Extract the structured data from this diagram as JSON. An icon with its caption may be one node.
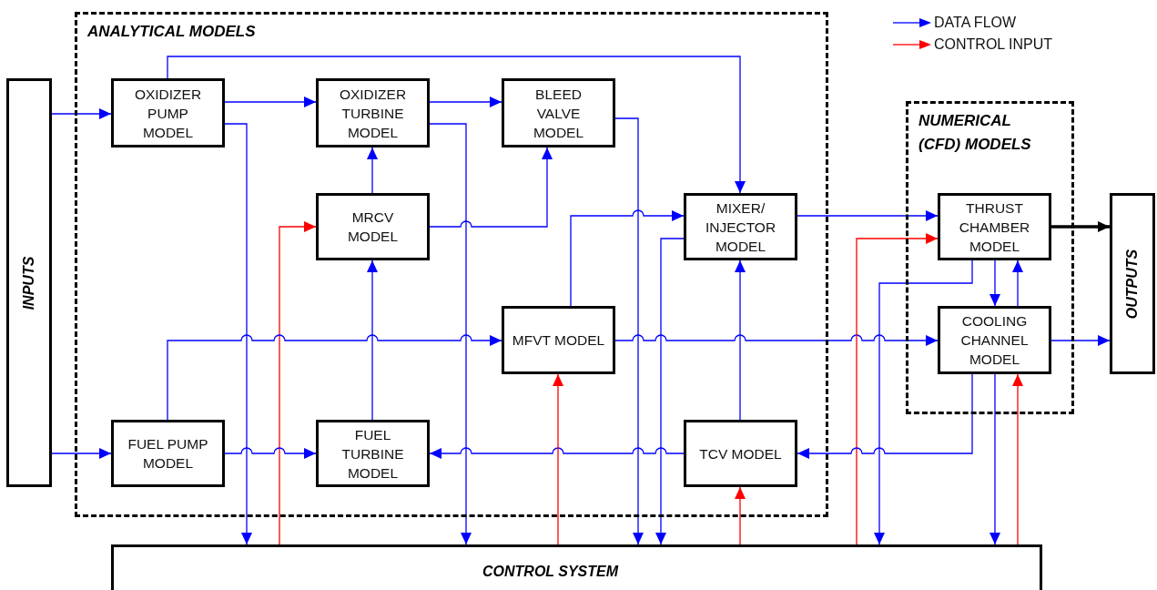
{
  "diagram": {
    "nodes": [
      {
        "text": [
          "INPUTS"
        ]
      },
      {
        "text": [
          "ANALYTICAL MODELS"
        ]
      },
      {
        "text": [
          "OXIDIZER PUMP MODEL"
        ],
        "in": 1
      },
      {
        "text": [
          "OXIDIZER TURBINE MODEL"
        ],
        "in": 1
      },
      {
        "text": [
          "BLEED VALVE MODEL"
        ],
        "in": 1
      },
      {
        "text": [
          "MRCV MODEL"
        ],
        "in": 1
      },
      {
        "text": [
          "MIXER/ INJECTOR MODEL"
        ],
        "in": 1
      },
      {
        "text": [
          "MFVT MODEL"
        ],
        "in": 1
      },
      {
        "text": [
          "FUEL PUMP MODEL"
        ],
        "in": 1
      },
      {
        "text": [
          "FUEL TURBINE MODEL"
        ],
        "in": 1
      },
      {
        "text": [
          "TCV MODEL"
        ],
        "in": 1
      },
      {
        "text": [
          "NUMERICAL (CFD) MODELS"
        ]
      },
      {
        "text": [
          "THRUST CHAMBER MODEL"
        ],
        "in": 11
      },
      {
        "text": [
          "COOLING CHANNEL MODEL"
        ],
        "in": 11
      },
      {
        "text": [
          "OUTPUTS"
        ]
      },
      {
        "text": [
          "CONTROL SYSTEM"
        ]
      }
    ],
    "edges": [
      {
        "from": 0,
        "to": 2,
        "arrow": "to"
      },
      {
        "from": 0,
        "to": 8,
        "arrow": "to"
      },
      {
        "from": 2,
        "to": 3,
        "arrow": "to"
      },
      {
        "from": 3,
        "to": 4,
        "arrow": "to"
      },
      {
        "from": 2,
        "to": 6,
        "arrow": "to"
      },
      {
        "from": 2,
        "to": 15,
        "arrow": "to"
      },
      {
        "from": 3,
        "to": 15,
        "arrow": "to"
      },
      {
        "from": 4,
        "to": 15,
        "arrow": "to"
      },
      {
        "from": 5,
        "to": 3,
        "arrow": "to"
      },
      {
        "from": 5,
        "to": 4,
        "arrow": "to"
      },
      {
        "from": 15,
        "to": 5,
        "arrow": "to",
        "color": "#ff0000"
      },
      {
        "from": 9,
        "to": 5,
        "arrow": "to"
      },
      {
        "from": 8,
        "to": 7,
        "arrow": "to"
      },
      {
        "from": 7,
        "to": 6,
        "arrow": "to"
      },
      {
        "from": 6,
        "to": 15,
        "arrow": "to"
      },
      {
        "from": 7,
        "to": 13,
        "arrow": "to"
      },
      {
        "from": 8,
        "to": 9,
        "arrow": "to"
      },
      {
        "from": 10,
        "to": 9,
        "arrow": "to"
      },
      {
        "from": 15,
        "to": 7,
        "arrow": "to",
        "color": "#ff0000"
      },
      {
        "from": 15,
        "to": 10,
        "arrow": "to",
        "color": "#ff0000"
      },
      {
        "from": 10,
        "to": 6,
        "arrow": "to"
      },
      {
        "from": 6,
        "to": 12,
        "arrow": "to"
      },
      {
        "from": 15,
        "to": 12,
        "arrow": "to",
        "color": "#ff0000"
      },
      {
        "from": 12,
        "to": 15,
        "arrow": "to"
      },
      {
        "from": 12,
        "to": 13,
        "arrow": "to"
      },
      {
        "from": 13,
        "to": 12,
        "arrow": "to"
      },
      {
        "from": 12,
        "to": 14,
        "arrow": "to",
        "style": "thick",
        "color": "#000000"
      },
      {
        "from": 13,
        "to": 14,
        "arrow": "to"
      },
      {
        "from": 13,
        "to": 10,
        "arrow": "to"
      },
      {
        "from": 13,
        "to": 15,
        "arrow": "to"
      },
      {
        "from": 15,
        "to": 13,
        "arrow": "to",
        "color": "#ff0000"
      }
    ],
    "legend": [
      {
        "text": "DATA FLOW"
      },
      {
        "text": "CONTROL INPUT"
      }
    ]
  }
}
